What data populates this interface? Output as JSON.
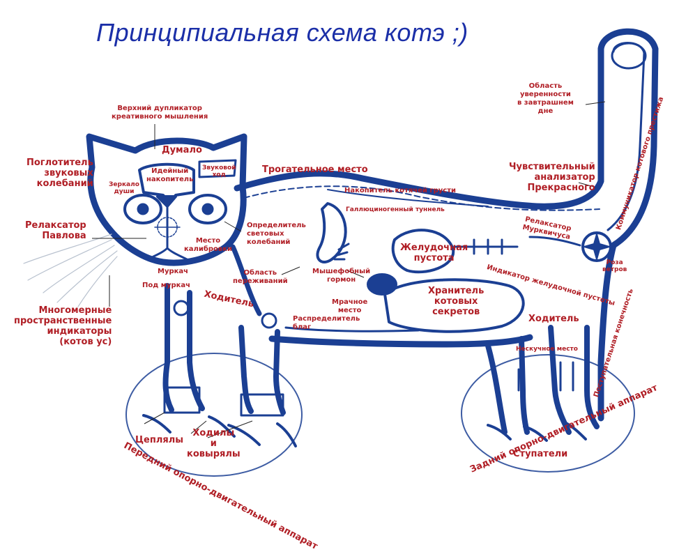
{
  "title": "Принципиальная схема котэ ;)",
  "colors": {
    "outline": "#1b3f93",
    "labels": "#b01e25",
    "title": "#1b2fa8",
    "ink": "#232323"
  },
  "labels": {
    "upper_duplicator": "Верхний дупликатор\nкреативного мышления",
    "dumalo": "Думало",
    "idea_store": "Идейный\nнакопитель",
    "sound_move": "Звуковой\nход",
    "mirror_soul": "Зеркало\nдуши",
    "sound_absorber": "Поглотитель\nзвуковых\nколебаний",
    "pavlov": "Релаксатор\nПавлова",
    "calibration": "Место\nкалибровки",
    "light_detector": "Определитель\nсветовых\nколебаний",
    "murkach": "Муркач",
    "under_murkach": "Под  муркач",
    "experience_area": "Область\nпереживаний",
    "touch_place": "Трогательное место",
    "sadness_store": "Накопитель котячей грусти",
    "hallucinogen_tunnel": "Галлюциногенный туннель",
    "stomach_void": "Желудочная\nпустота",
    "mouse_phobia": "Мышефобный\nгормон",
    "gloomy_place": "Мрачное\nместо",
    "secrets": "Хранитель\nкотовых\nсекретов",
    "distributor": "Распределитель\nблаг",
    "walker_front": "Ходитель",
    "walker_back": "Ходитель",
    "confidence_area": "Область\nуверенности\nв завтрашнем\nдне",
    "beauty_analyzer": "Чувствительный\nанализатор\nПрекрасного",
    "murkvich_relaxer": "Релаксатор\nМурквичуса",
    "prestige_comm": "Коммуникатор котового престижа",
    "wind_rose": "Роза\nветров",
    "stomach_indicator": "Индикатор желудочной пустоты",
    "progressive": "Поступательная конечность",
    "boring_place": "Нескучное место",
    "multidim": "Многомерные\nпространственные\nиндикаторы\n(котов ус)",
    "grabbers": "Цеплялы",
    "walkers_diggers": "Ходилы\nи\nковырялы",
    "steppers": "Ступатели",
    "front_apparatus": "Передний опорно-двигательный аппарат",
    "rear_apparatus": "Задний опорно-двигательный аппарат"
  }
}
